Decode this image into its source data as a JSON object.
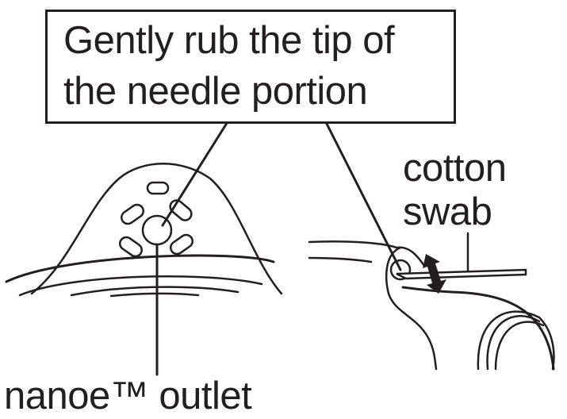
{
  "instruction": {
    "line1": "Gently rub the tip of",
    "line2": "the needle portion"
  },
  "labels": {
    "cotton_line1": "cotton",
    "cotton_line2": "swab",
    "outlet": "nanoe™ outlet"
  },
  "colors": {
    "ink": "#231f20",
    "background": "#ffffff"
  }
}
